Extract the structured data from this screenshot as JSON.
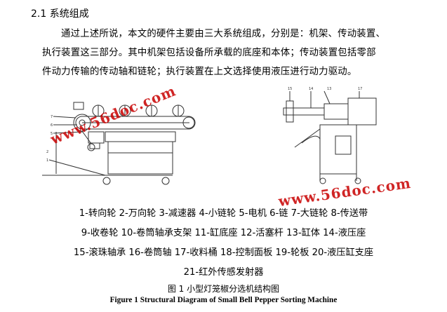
{
  "section_heading": "2.1 系统组成",
  "paragraph_lines": [
    "通过上述所说，本文的硬件主要由三大系统组成，分别是：机架、传动装置、",
    "执行装置这三部分。其中机架包括设备所承载的底座和本体；传动装置包括零部",
    "件动力传输的传动轴和链轮；执行装置在上文选择使用液压进行动力驱动。"
  ],
  "legend_lines": [
    "1-转向轮 2-万向轮 3-减速器 4-小链轮 5-电机 6-链 7-大链轮 8-传送带",
    "9-收卷轮 10-卷筒轴承支架 11-缸底座 12-活塞杆 13-缸体 14-液压座",
    "15-滚珠轴承 16-卷筒轴 17-收料桶 18-控制面板 19-轮板 20-液压缸支座",
    "21-红外传感发射器"
  ],
  "caption_zh": "图 1  小型灯笼椒分选机结构图",
  "caption_en": "Figure 1 Structural Diagram of Small Bell Pepper Sorting Machine",
  "watermark": "www.56doc.com",
  "colors": {
    "watermark": "#c80000",
    "drawing": "#333333"
  }
}
